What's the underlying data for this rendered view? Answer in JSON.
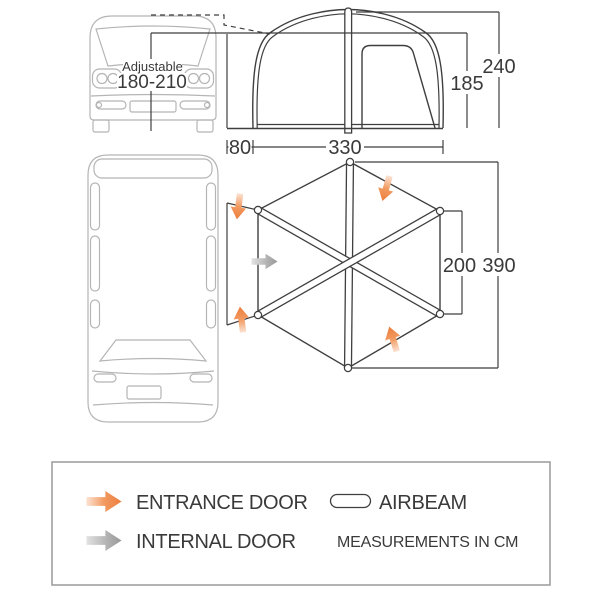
{
  "theme": {
    "background": "#ffffff",
    "line": "#3f3f3f",
    "van_line": "#b5b5b5",
    "text": "#3a3a3a",
    "orange": "#ed7d3e",
    "orange_mid": "#f29a60",
    "orange_light": "#fbe3d4",
    "gray_arrow": "#979797",
    "gray_arrow_mid": "#b9b9b9",
    "gray_arrow_light": "#e2e2e2",
    "legend_border": "#a0a0a0"
  },
  "vehicle": {
    "connection_label_line1": "Adjustable",
    "connection_label_line2": "180-210"
  },
  "dimensions": {
    "total_height_cm": "240",
    "wall_height_cm": "185",
    "connection_depth_cm": "80",
    "front_width_cm": "330",
    "side_panel_cm": "200",
    "total_depth_cm": "390"
  },
  "legend": {
    "entrance_door_label": "ENTRANCE DOOR",
    "internal_door_label": "INTERNAL DOOR",
    "airbeam_label": "AIRBEAM",
    "units_note": "MEASUREMENTS IN CM"
  },
  "icons": {
    "entrance_door": "orange-gradient-arrow",
    "internal_door": "gray-gradient-arrow",
    "airbeam": "pill-outline"
  }
}
